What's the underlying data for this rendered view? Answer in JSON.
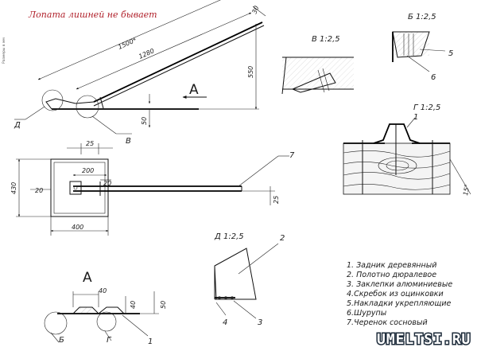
{
  "title": "Лопата лишней не бывает",
  "side_note": "Размеры в мм",
  "view_b": {
    "label": "В 1:2,5"
  },
  "view_b_top": {
    "label": "Б 1:2,5",
    "callout_5": "5",
    "callout_6": "6"
  },
  "view_g": {
    "label": "Г 1:2,5",
    "callout_1": "1",
    "angle": "15°"
  },
  "view_d": {
    "label": "Д 1:2,5",
    "callout_2": "2",
    "callout_3": "3",
    "callout_4": "4"
  },
  "side_view": {
    "dim_1500": "1500*",
    "dim_1280": "1280",
    "dim_550": "550",
    "dim_50": "50",
    "dim_30": "30",
    "arrow_a": "А",
    "label_d": "Д",
    "label_v": "В"
  },
  "top_view": {
    "dim_25_top": "25",
    "dim_200": "200",
    "dim_20_right": "20",
    "dim_430": "430",
    "dim_20_left": "20",
    "dim_400": "400",
    "dim_25_right": "25",
    "callout_7": "7"
  },
  "front_view": {
    "label_a": "А",
    "dim_40a": "40",
    "dim_40b": "40",
    "dim_50": "50",
    "label_b": "Б",
    "label_g": "Г",
    "callout_1": "1"
  },
  "legend": [
    "1. Задник деревянный",
    "2. Полотно дюралевое",
    "3. Заклепки алюминиевые",
    "4.Скребок из оцинковки",
    "5.Накладки укрепляющие",
    "6.Шурупы",
    "7.Черенок сосновый"
  ],
  "watermark": "UMELTSI.RU"
}
